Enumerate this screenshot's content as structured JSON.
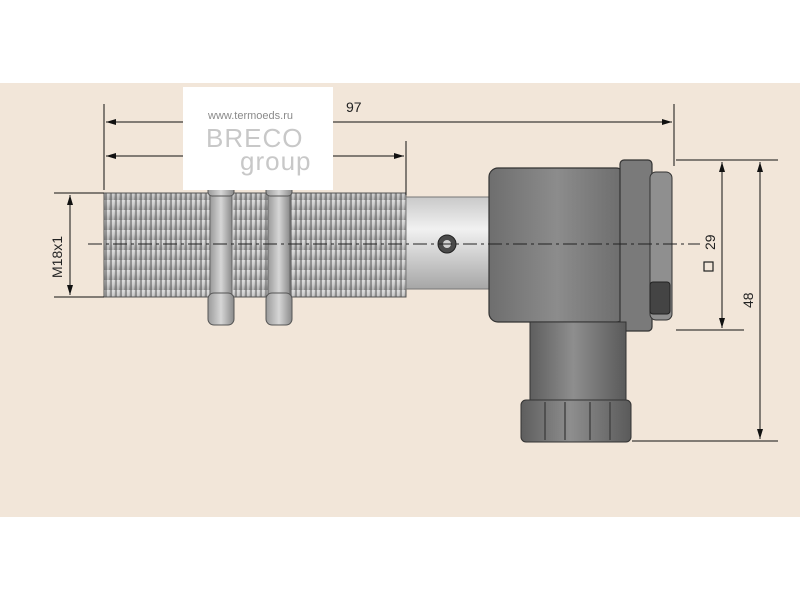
{
  "watermark": {
    "url": "www.termoeds.ru",
    "logo_line1": "BRECO",
    "logo_line2": "group"
  },
  "dimensions": {
    "total_length": "97",
    "thread": "M18x1",
    "square": "29",
    "height": "48"
  },
  "colors": {
    "background": "#f2e6d9",
    "metal_thread": "#a8a8a8",
    "housing": "#7f7f7f",
    "line": "#111111"
  }
}
